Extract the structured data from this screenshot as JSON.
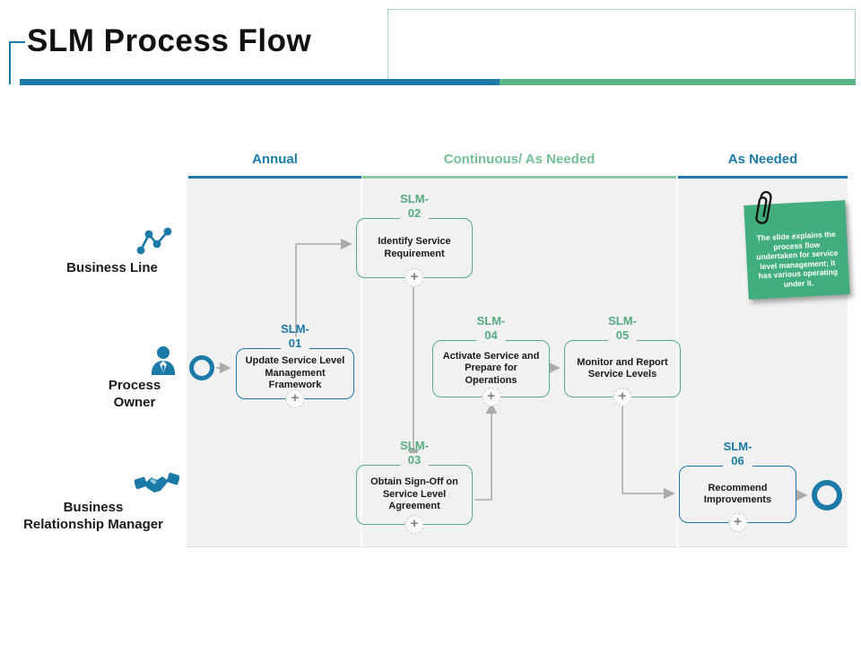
{
  "slide_title": "SLM Process Flow",
  "columns": [
    {
      "label": "Annual"
    },
    {
      "label": "Continuous/ As Needed"
    },
    {
      "label": "As Needed"
    }
  ],
  "lanes": [
    {
      "label": "Business Line",
      "icon": "network-zigzag-icon"
    },
    {
      "label": "Process\nOwner",
      "icon": "businessman-icon"
    },
    {
      "label": "Business\nRelationship Manager",
      "icon": "handshake-icon"
    }
  ],
  "steps": [
    {
      "code": "SLM-",
      "num": "01",
      "text": "Update Service Level Management Framework"
    },
    {
      "code": "SLM-",
      "num": "02",
      "text": "Identify Service Requirement"
    },
    {
      "code": "SLM-",
      "num": "03",
      "text": "Obtain Sign-Off on Service Level Agreement"
    },
    {
      "code": "SLM-",
      "num": "04",
      "text": "Activate Service and Prepare for Operations"
    },
    {
      "code": "SLM-",
      "num": "05",
      "text": "Monitor and Report Service Levels"
    },
    {
      "code": "SLM-",
      "num": "06",
      "text": "Recommend Improvements"
    }
  ],
  "note": {
    "text": "The slide explains the process flow undertaken for service level management; it has various operating under it."
  },
  "icons": {
    "plus": "+"
  },
  "colors": {
    "accent_blue": "#1B7AA8",
    "accent_green": "#56AC80",
    "header_green": "#74BF94",
    "note_green": "#42AE7D",
    "arrow_gray": "#ABABAB",
    "panel_gray": "#F1F1F1"
  }
}
